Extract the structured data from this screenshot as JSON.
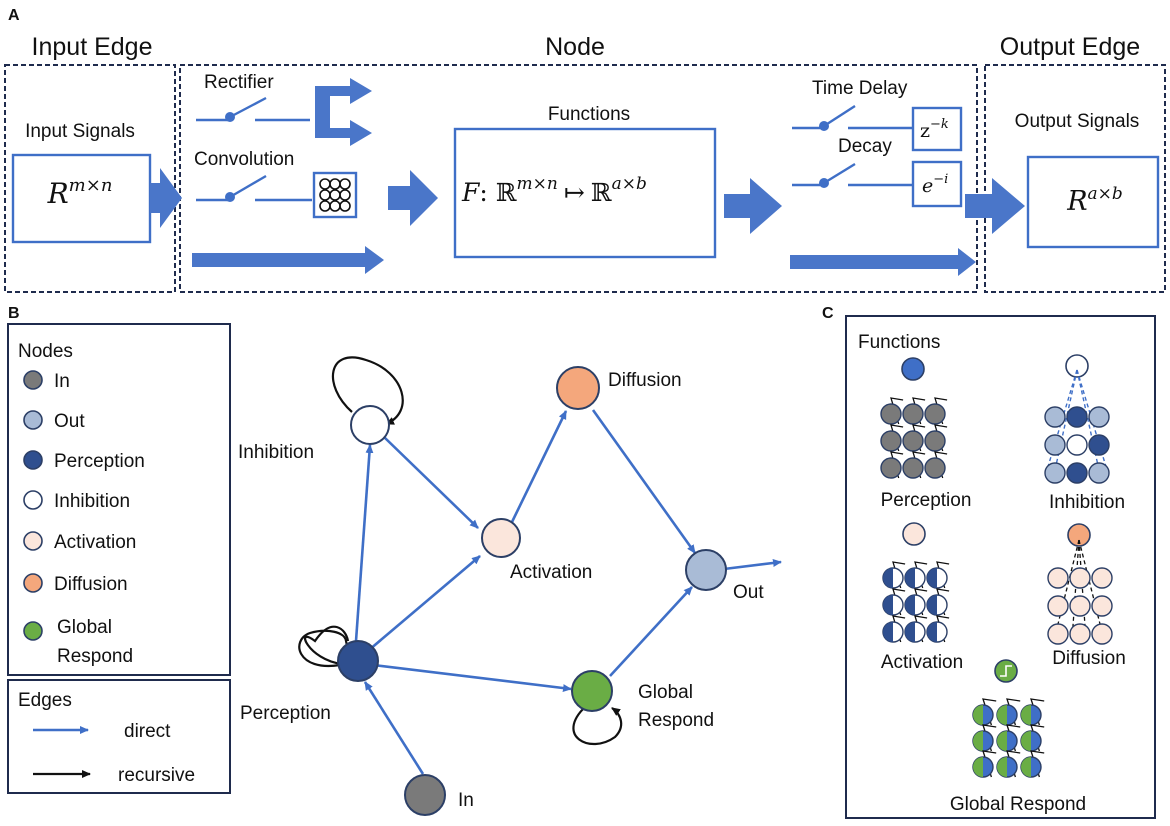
{
  "panel_a": {
    "letter": "A",
    "input_edge_title": "Input Edge",
    "node_title": "Node",
    "output_edge_title": "Output Edge",
    "input_signals": "Input Signals",
    "input_matrix_base": "R",
    "input_matrix_sup": "m×n",
    "rectifier": "Rectifier",
    "convolution": "Convolution",
    "functions": "Functions",
    "function_eq_f": "F",
    "function_eq_dom": "ℝ",
    "function_eq_dom_sup": "m×n",
    "function_eq_map": "↦",
    "function_eq_cod": "ℝ",
    "function_eq_cod_sup": "a×b",
    "time_delay": "Time Delay",
    "delay_base": "z",
    "delay_sup": "−k",
    "decay": "Decay",
    "decay_base": "e",
    "decay_sup": "−i",
    "output_signals": "Output Signals",
    "output_matrix_base": "R",
    "output_matrix_sup": "a×b"
  },
  "panel_b": {
    "letter": "B",
    "legend_nodes_title": "Nodes",
    "legend_nodes": [
      {
        "label": "In",
        "color": "#7a7a7a"
      },
      {
        "label": "Out",
        "color": "#a9bbd6"
      },
      {
        "label": "Perception",
        "color": "#2f4f8f"
      },
      {
        "label": "Inhibition",
        "color": "#ffffff"
      },
      {
        "label": "Activation",
        "color": "#fbe6dc"
      },
      {
        "label": "Diffusion",
        "color": "#f4a77c"
      },
      {
        "label": "Global",
        "label2": "Respond",
        "color": "#6aad45"
      }
    ],
    "legend_edges_title": "Edges",
    "legend_direct": "direct",
    "legend_recursive": "recursive",
    "graph_labels": {
      "inhibition": "Inhibition",
      "diffusion": "Diffusion",
      "activation": "Activation",
      "out": "Out",
      "perception": "Perception",
      "global1": "Global",
      "global2": "Respond",
      "in": "In"
    }
  },
  "panel_c": {
    "letter": "C",
    "functions": "Functions",
    "perception": "Perception",
    "inhibition": "Inhibition",
    "activation": "Activation",
    "diffusion": "Diffusion",
    "global_respond": "Global Respond"
  },
  "colors": {
    "accent_blue": "#3f6fc7",
    "arrow_blue": "#4a76c9",
    "in_gray": "#7a7a7a",
    "out_blue": "#a9bbd6",
    "perception_navy": "#2f4f8f",
    "activation_peach": "#fbe6dc",
    "diffusion_orange": "#f4a77c",
    "global_green": "#6aad45"
  }
}
